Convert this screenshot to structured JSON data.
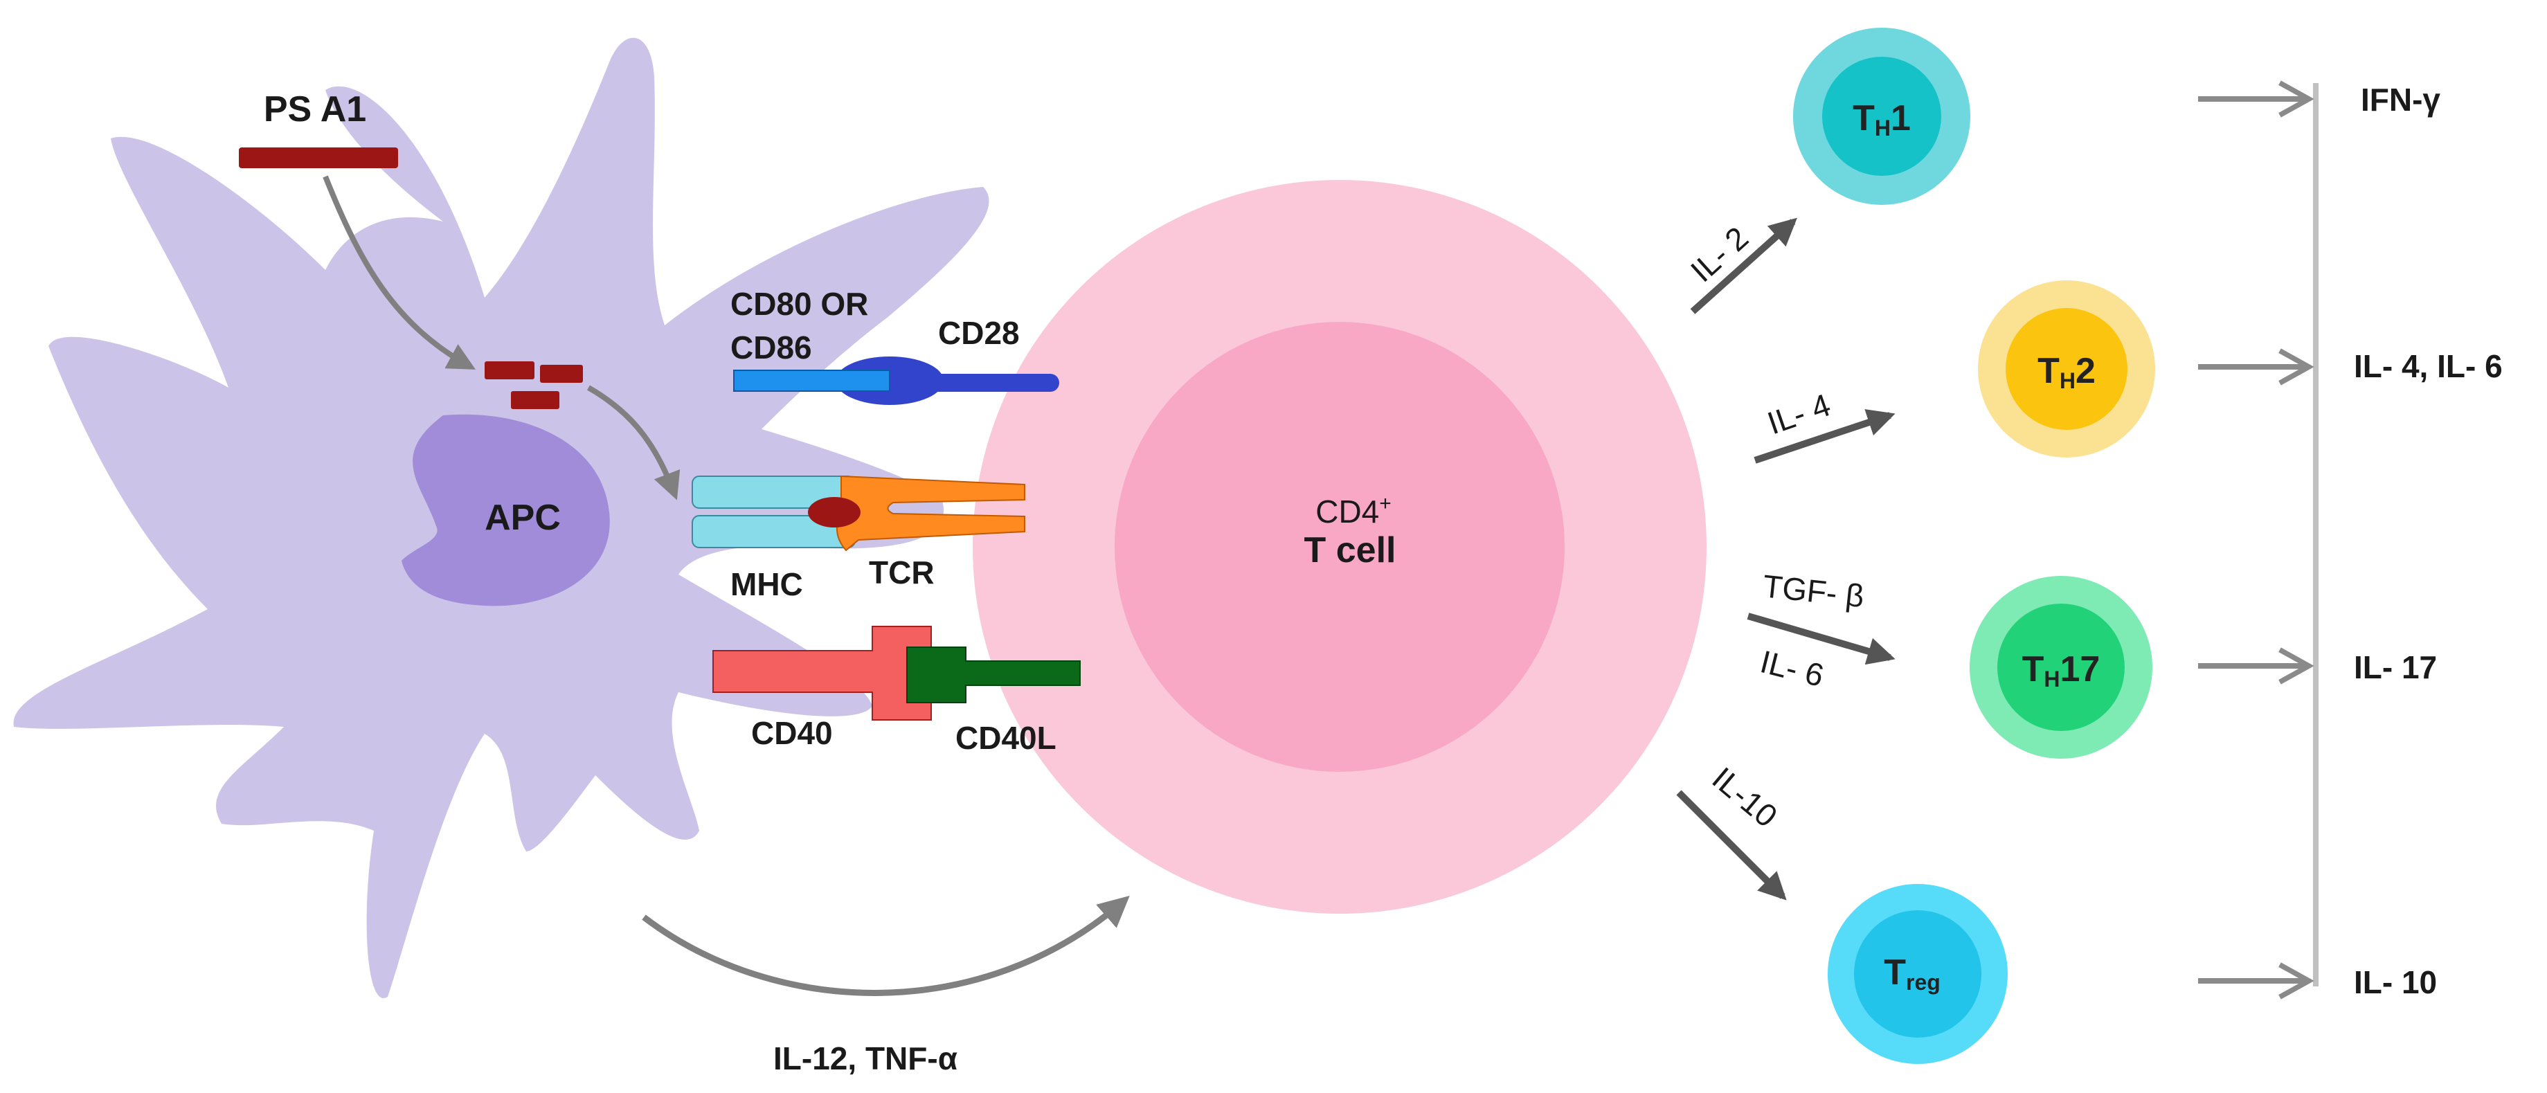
{
  "labels": {
    "ps_a1": "PS A1",
    "apc": "APC",
    "cd80_or": "CD80 OR",
    "cd86": "CD86",
    "cd28": "CD28",
    "mhc": "MHC",
    "tcr": "TCR",
    "cd40": "CD40",
    "cd40l": "CD40L",
    "apc_to_tcell_cytokines": "IL-12, TNF-α",
    "tcell_line1": "CD4",
    "tcell_line1_sup": "+",
    "tcell_line2": "T cell"
  },
  "differentiation": [
    {
      "inducer": "IL-  2",
      "cell_main": "T",
      "cell_sub": "H",
      "cell_suffix": "1",
      "output": "IFN-γ",
      "outer_color": "#6fd8de",
      "inner_color": "#14c2c8"
    },
    {
      "inducer": "IL- 4",
      "cell_main": "T",
      "cell_sub": "H",
      "cell_suffix": "2",
      "output": "IL- 4, IL- 6",
      "outer_color": "#fbe293",
      "inner_color": "#fbc40e"
    },
    {
      "inducer": "TGF- β",
      "inducer2": "IL- 6",
      "cell_main": "T",
      "cell_sub": "H",
      "cell_suffix": "17",
      "output": "IL- 17",
      "outer_color": "#7eeab4",
      "inner_color": "#21d279"
    },
    {
      "inducer": "IL-10",
      "cell_main": "T",
      "cell_sub": "reg",
      "cell_suffix": "",
      "output": "IL- 10",
      "outer_color": "#56dcf8",
      "inner_color": "#22c4ea"
    }
  ],
  "colors": {
    "apc_body": "#cbc3e8",
    "apc_nucleus": "#a08cd8",
    "antigen": "#9c1616",
    "tcell_outer": "#fac8d8",
    "tcell_inner": "#f8a8c4",
    "arrow": "#808080",
    "dark_arrow": "#555555"
  }
}
